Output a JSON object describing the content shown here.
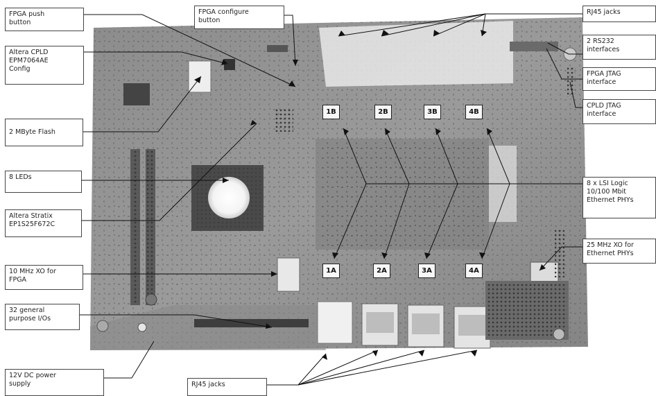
{
  "callouts": {
    "fpga_push_button": "FPGA push\nbutton",
    "altera_cpld": "Altera CPLD\nEPM7064AE\nConfig",
    "flash": "2 MByte Flash",
    "leds": "8 LEDs",
    "stratix": "Altera Stratix\nEP1S25F672C",
    "xo_10mhz": "10 MHz XO for\nFPGA",
    "gpio": "32 general\npurpose I/Os",
    "power": "12V DC power\nsupply",
    "fpga_configure_button": "FPGA configure\nbutton",
    "rj45_top": "RJ45 jacks",
    "rs232": "2 RS232\ninterfaces",
    "fpga_jtag": "FPGA JTAG\ninterface",
    "cpld_jtag": "CPLD JTAG\ninterface",
    "ethernet_phys": "8 x LSI Logic\n10/100 Mbit\nEthernet PHYs",
    "xo_25mhz": "25 MHz XO for\nEthernet PHYs",
    "rj45_bottom": "RJ45 jacks"
  },
  "phy_labels": {
    "p1b": "1B",
    "p2b": "2B",
    "p3b": "3B",
    "p4b": "4B",
    "p1a": "1A",
    "p2a": "2A",
    "p3a": "3A",
    "p4a": "4A"
  }
}
